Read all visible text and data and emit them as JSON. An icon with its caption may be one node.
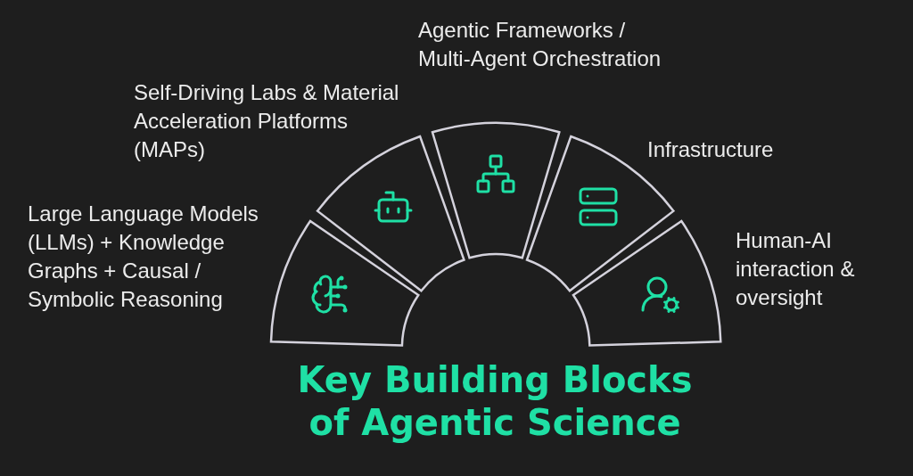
{
  "diagram": {
    "title": "Key Building Blocks of Agentic Science",
    "nodes": [
      {
        "text": [
          "Large Language Models (LLMs) + Knowledge Graphs + Causal / Symbolic Reasoning"
        ]
      },
      {
        "text": [
          "Self-Driving Labs & Material Acceleration Platforms (MAPs)"
        ]
      },
      {
        "text": [
          "Agentic Frameworks / Multi-Agent Orchestration"
        ]
      },
      {
        "text": [
          "Infrastructure"
        ]
      },
      {
        "text": [
          "Human-AI interaction & oversight"
        ]
      }
    ]
  }
}
